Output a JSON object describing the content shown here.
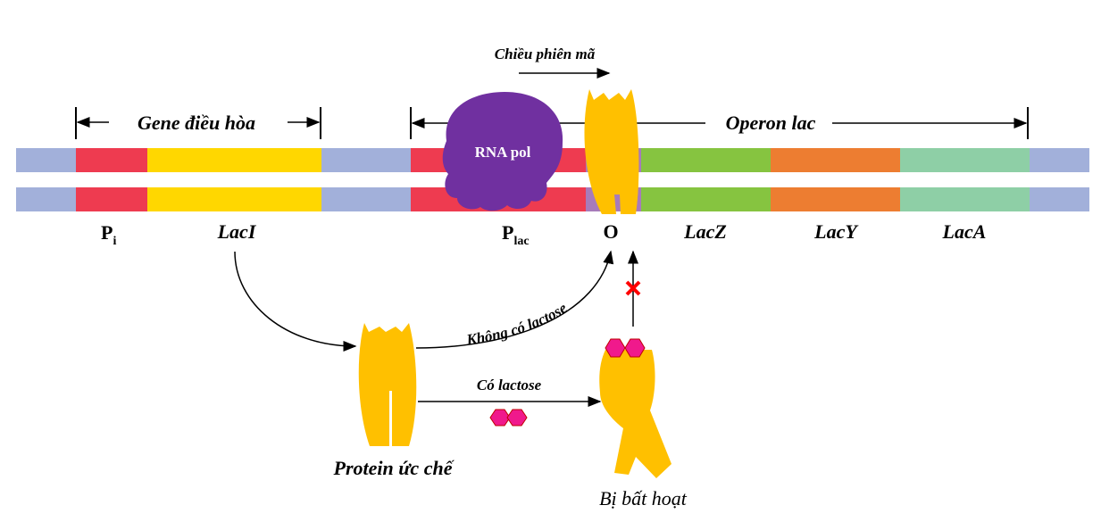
{
  "title_transcription": "Chiều phiên mã",
  "regulatory_gene_label": "Gene điều hòa",
  "operon_label": "Operon lac",
  "rna_pol_label": "RNA pol",
  "segments": {
    "pi": {
      "label": "P",
      "sub": "i",
      "color": "#EE3B50"
    },
    "laci": {
      "label": "LacI",
      "color": "#FFD700"
    },
    "plac": {
      "label": "P",
      "sub": "lac",
      "color": "#EE3B50"
    },
    "operator": {
      "label": "O",
      "color": "#A77BBA"
    },
    "lacz": {
      "label": "LacZ",
      "color": "#86C440"
    },
    "lacy": {
      "label": "LacY",
      "color": "#ED7D31"
    },
    "laca": {
      "label": "LacA",
      "color": "#8ECFA6"
    },
    "spacer": {
      "color": "#A2B0DA"
    }
  },
  "paths": {
    "no_lactose": "Không có lactose",
    "with_lactose": "Có lactose"
  },
  "protein_label": "Protein ức chế",
  "inactivated_label": "Bị bất hoạt",
  "colors": {
    "repressor": "#FFC000",
    "rna_pol": "#7030A0",
    "lactose": "#F0198C",
    "block": "#FF0000"
  }
}
